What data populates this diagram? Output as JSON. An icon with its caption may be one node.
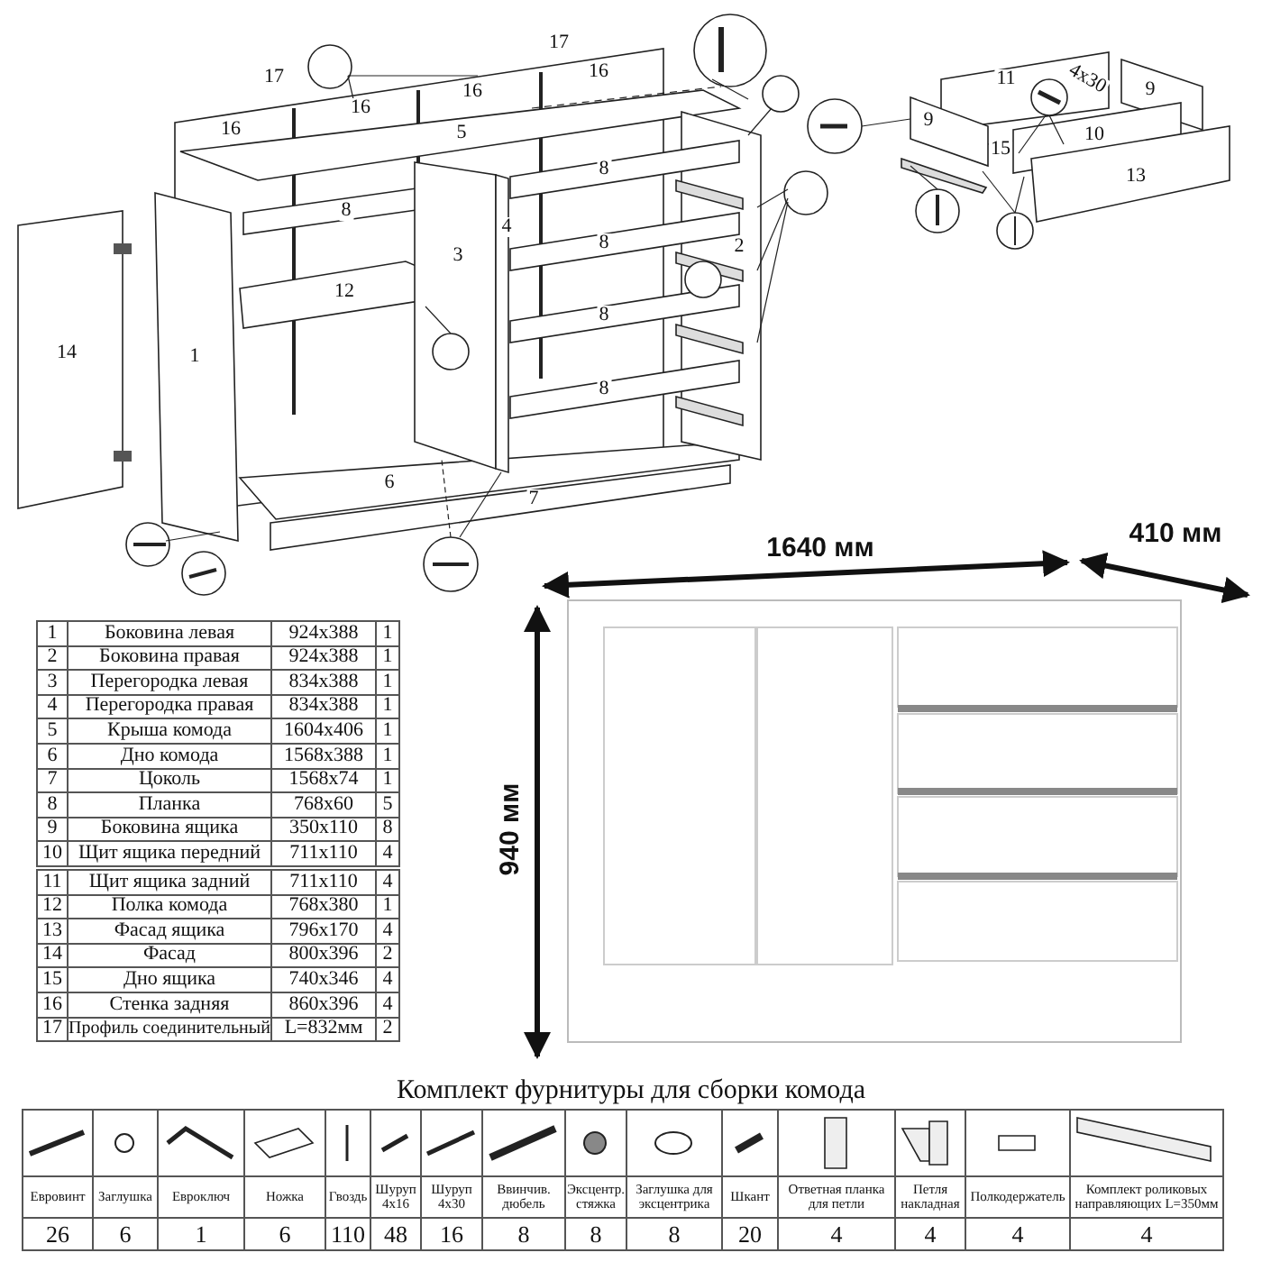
{
  "diagram": {
    "labels": [
      "17",
      "17",
      "16",
      "16",
      "16",
      "16",
      "5",
      "8",
      "8",
      "4",
      "3",
      "8",
      "2",
      "12",
      "8",
      "8",
      "14",
      "1",
      "6",
      "7",
      "11",
      "4x30",
      "9",
      "9",
      "15",
      "10",
      "13",
      "1640 мм",
      "410 мм",
      "940 мм",
      "1",
      "Боковина левая",
      "924x388",
      "1",
      "2",
      "Боковина правая",
      "924x388",
      "1",
      "3",
      "Перегородка левая",
      "834x388",
      "1",
      "4",
      "Перегородка правая",
      "834x388",
      "1",
      "5",
      "Крыша комода",
      "1604x406",
      "1",
      "6",
      "Дно комода",
      "1568x388",
      "1",
      "7",
      "Цоколь",
      "1568x74",
      "1",
      "8",
      "Планка",
      "768x60",
      "5",
      "9",
      "Боковина ящика",
      "350x110",
      "8",
      "10",
      "Щит ящика передний",
      "711x110",
      "4",
      "11",
      "Щит ящика задний",
      "711x110",
      "4",
      "12",
      "Полка комода",
      "768x380",
      "1",
      "13",
      "Фасад ящика",
      "796x170",
      "4",
      "14",
      "Фасад",
      "800x396",
      "2",
      "15",
      "Дно ящика",
      "740x346",
      "4",
      "16",
      "Стенка задняя",
      "860x396",
      "4",
      "17",
      "Профиль соединительный",
      "L=832мм",
      "2",
      "Комплект фурнитуры для сборки комода",
      "Евровинт",
      "Заглушка",
      "Евроключ",
      "Ножка",
      "Гвоздь",
      "Шуруп 4х16",
      "Шуруп 4х30",
      "Ввинчив. дюбель",
      "Эксцентр. стяжка",
      "Заглушка для эксцентрика",
      "Шкант",
      "Ответная планка для петли",
      "Петля накладная",
      "Полкодержатель",
      "Комплект роликовых направляющих L=350мм",
      "26",
      "6",
      "1",
      "6",
      "110",
      "48",
      "16",
      "8",
      "8",
      "8",
      "20",
      "4",
      "4",
      "4",
      "4"
    ]
  }
}
